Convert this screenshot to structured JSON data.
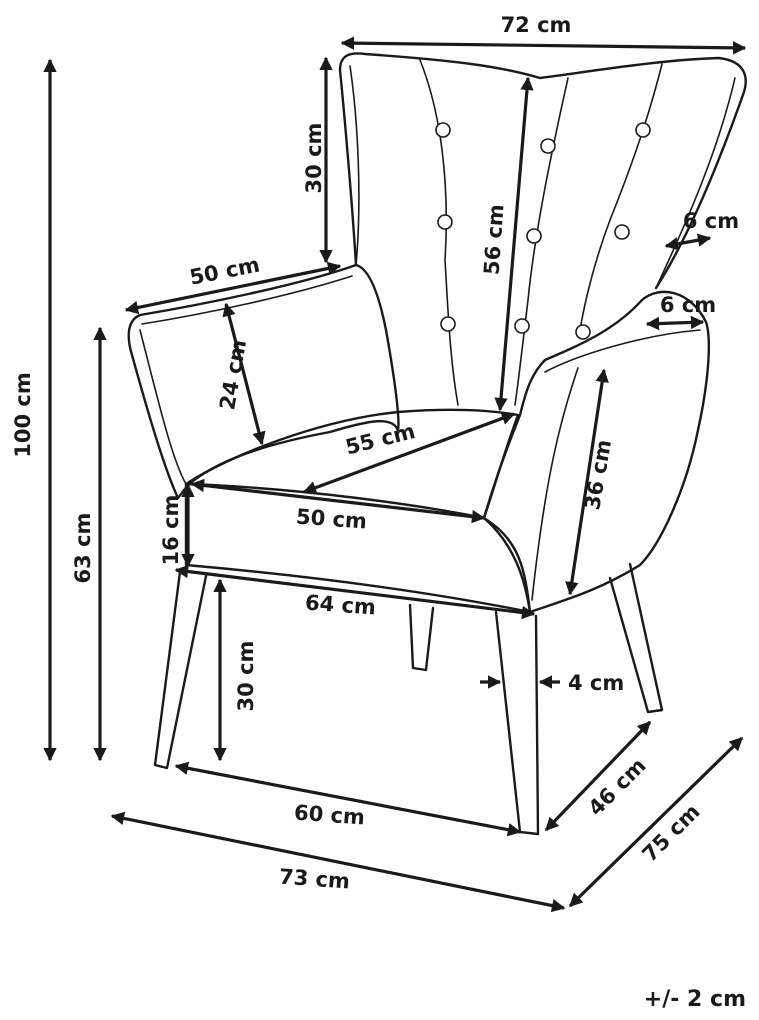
{
  "dimensions": {
    "overall_height": "100 cm",
    "arm_height": "63 cm",
    "top_width": "72 cm",
    "wing_height": "30 cm",
    "arm_length": "50 cm",
    "backrest_height": "56 cm",
    "wing_depth": "6 cm",
    "arm_width": "6 cm",
    "arm_inner_height": "24 cm",
    "seat_depth": "55 cm",
    "arm_front_height": "36 cm",
    "seat_width": "50 cm",
    "seat_cushion_height": "16 cm",
    "front_width": "64 cm",
    "leg_height": "30 cm",
    "leg_thickness": "4 cm",
    "leg_span_width": "60 cm",
    "leg_span_depth": "46 cm",
    "overall_width": "73 cm",
    "overall_depth": "75 cm"
  },
  "tolerance": "+/- 2 cm"
}
